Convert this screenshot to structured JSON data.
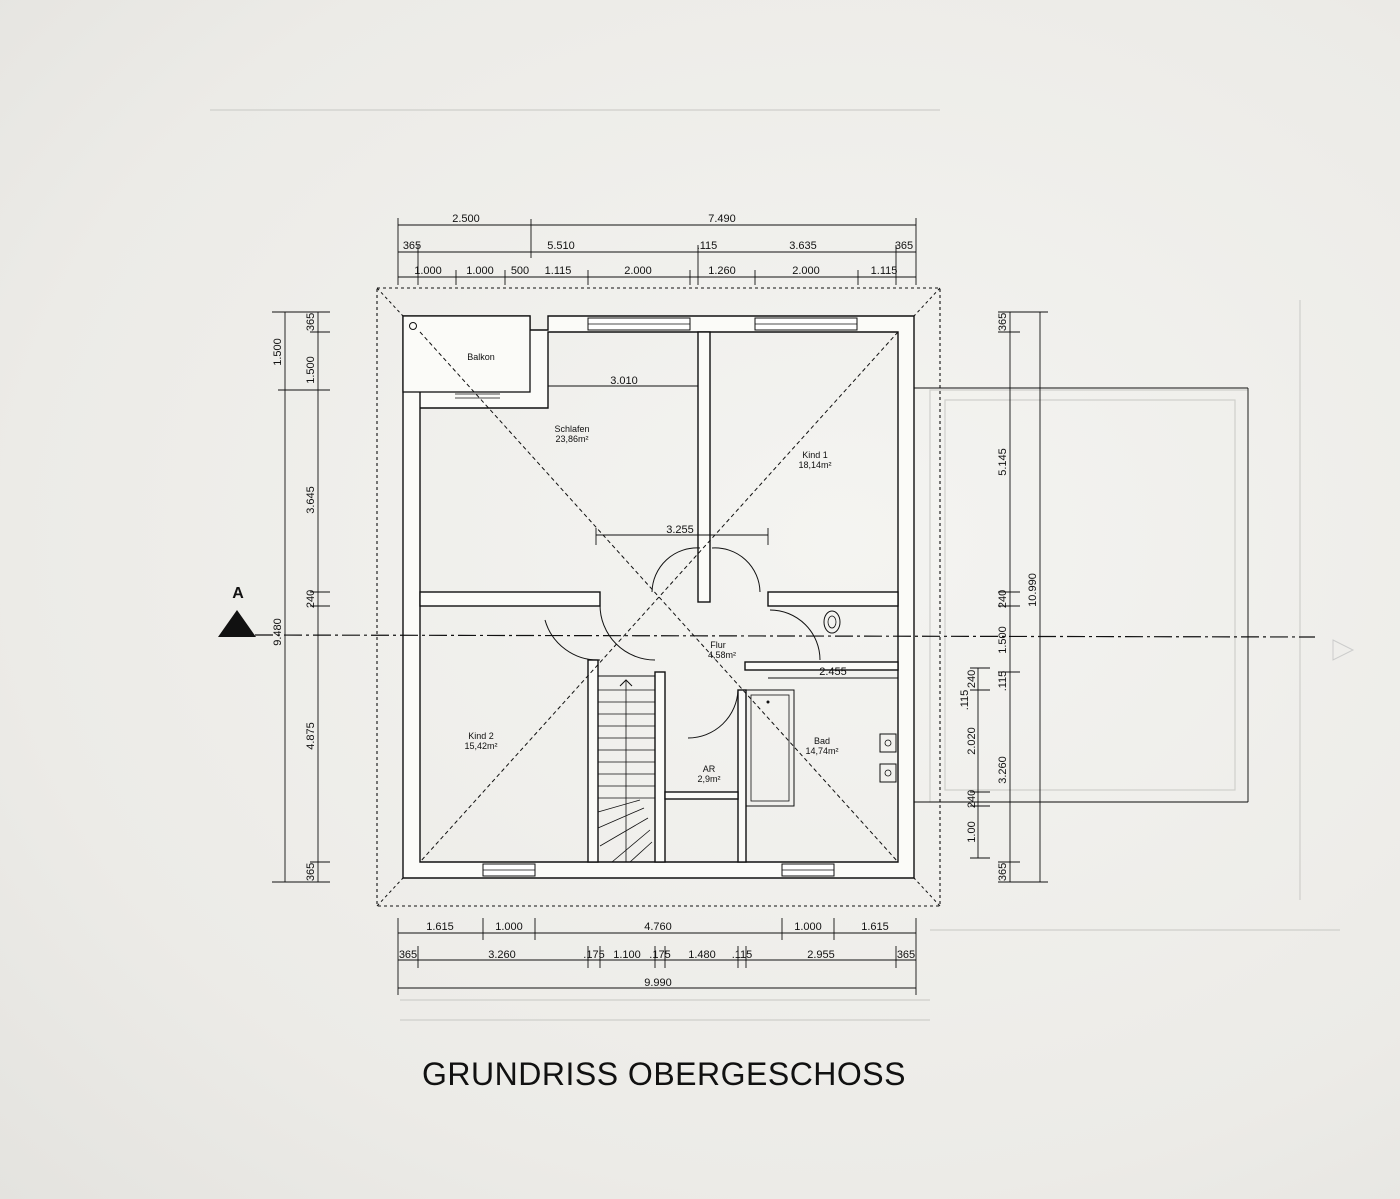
{
  "title": "GRUNDRISS OBERGESCHOSS",
  "section_marker": "A",
  "rooms": {
    "balkon": {
      "name": "Balkon"
    },
    "schlafen": {
      "name": "Schlafen",
      "area": "23,86m²"
    },
    "kind1": {
      "name": "Kind 1",
      "area": "18,14m²"
    },
    "kind2": {
      "name": "Kind 2",
      "area": "15,42m²"
    },
    "flur": {
      "name": "Flur",
      "area": "4,58m²"
    },
    "ar": {
      "name": "AR",
      "area": "2,9m²"
    },
    "bad": {
      "name": "Bad",
      "area": "14,74m²"
    }
  },
  "dims": {
    "top_row1": [
      "2.500",
      "7.490"
    ],
    "top_row2": [
      "365",
      "5.510",
      ".115",
      "3.635",
      "365"
    ],
    "top_row3": [
      "1.000",
      "1.000",
      "500",
      "1.115",
      "2.000",
      "1.260",
      "2.000",
      "1.115"
    ],
    "bottom_row1": [
      "1.615",
      "1.000",
      "4.760",
      "1.000",
      "1.615"
    ],
    "bottom_row2": [
      "365",
      "3.260",
      ".175",
      "1.100",
      ".175",
      "1.480",
      ".115",
      "2.955",
      "365"
    ],
    "bottom_total": "9.990",
    "left_outer": [
      "1.500",
      "9.480"
    ],
    "left_inner": [
      "365",
      "1.500",
      "3.645",
      "240",
      "4.875",
      "365"
    ],
    "right_outer": [
      "365",
      "5.145",
      "240",
      "1.500",
      ".115",
      "3.260",
      "365",
      "10.990"
    ],
    "right_inner": [
      ".115",
      "240",
      "2.020",
      "240",
      "1.00"
    ],
    "interior": [
      "3.010",
      "3.255",
      "2.455"
    ]
  }
}
